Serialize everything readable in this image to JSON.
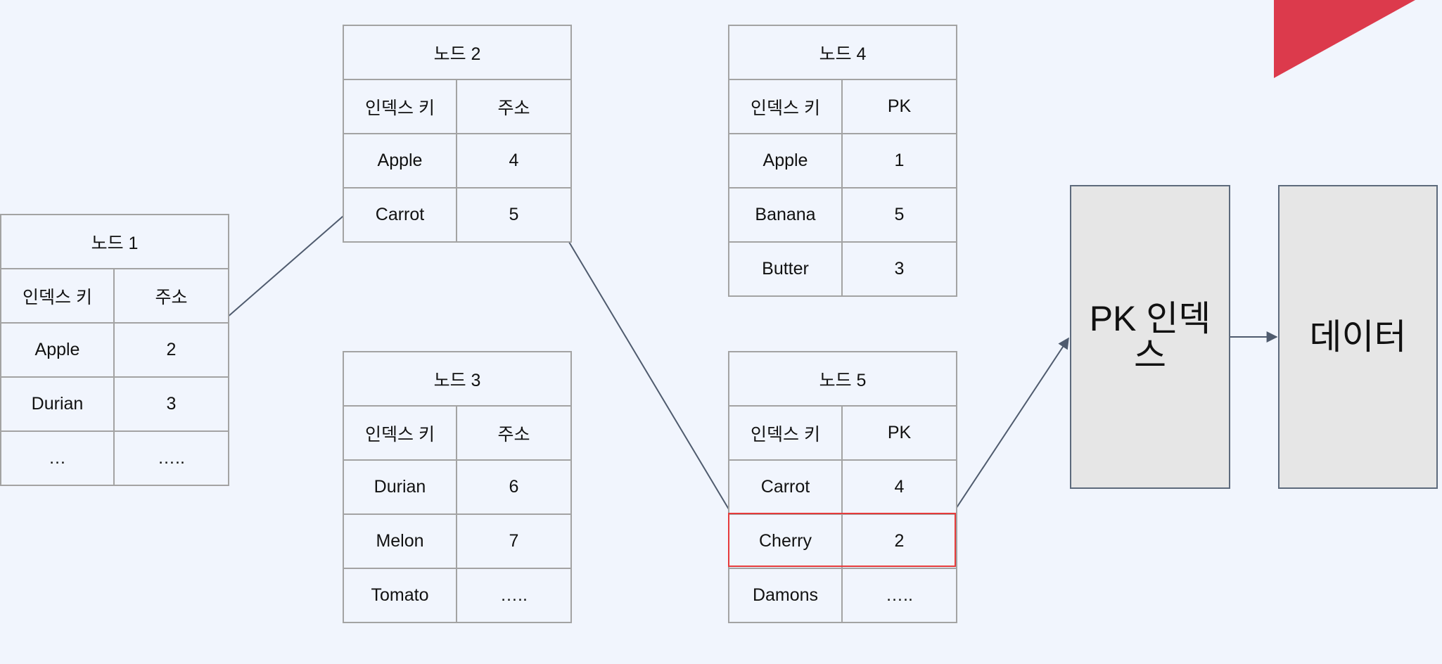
{
  "nodes": {
    "node1": {
      "title": "노드 1",
      "headers": [
        "인덱스 키",
        "주소"
      ],
      "rows": [
        [
          "Apple",
          "2"
        ],
        [
          "Durian",
          "3"
        ],
        [
          "…",
          "….."
        ]
      ]
    },
    "node2": {
      "title": "노드 2",
      "headers": [
        "인덱스 키",
        "주소"
      ],
      "rows": [
        [
          "Apple",
          "4"
        ],
        [
          "Carrot",
          "5"
        ]
      ]
    },
    "node3": {
      "title": "노드 3",
      "headers": [
        "인덱스 키",
        "주소"
      ],
      "rows": [
        [
          "Durian",
          "6"
        ],
        [
          "Melon",
          "7"
        ],
        [
          "Tomato",
          "….."
        ]
      ]
    },
    "node4": {
      "title": "노드 4",
      "headers": [
        "인덱스 키",
        "PK"
      ],
      "rows": [
        [
          "Apple",
          "1"
        ],
        [
          "Banana",
          "5"
        ],
        [
          "Butter",
          "3"
        ]
      ]
    },
    "node5": {
      "title": "노드 5",
      "headers": [
        "인덱스 키",
        "PK"
      ],
      "rows": [
        [
          "Carrot",
          "4"
        ],
        [
          "Cherry",
          "2"
        ],
        [
          "Damons",
          "….."
        ]
      ]
    }
  },
  "boxes": {
    "pk_index": "PK 인덱스",
    "data": "데이터"
  },
  "colors": {
    "background": "#f1f5fd",
    "grid_border": "#a3a3a3",
    "arrow": "#4f5b6e",
    "highlight": "#e63b3b",
    "corner_accent": "#dc3a4c",
    "box_fill": "#e6e6e6"
  }
}
